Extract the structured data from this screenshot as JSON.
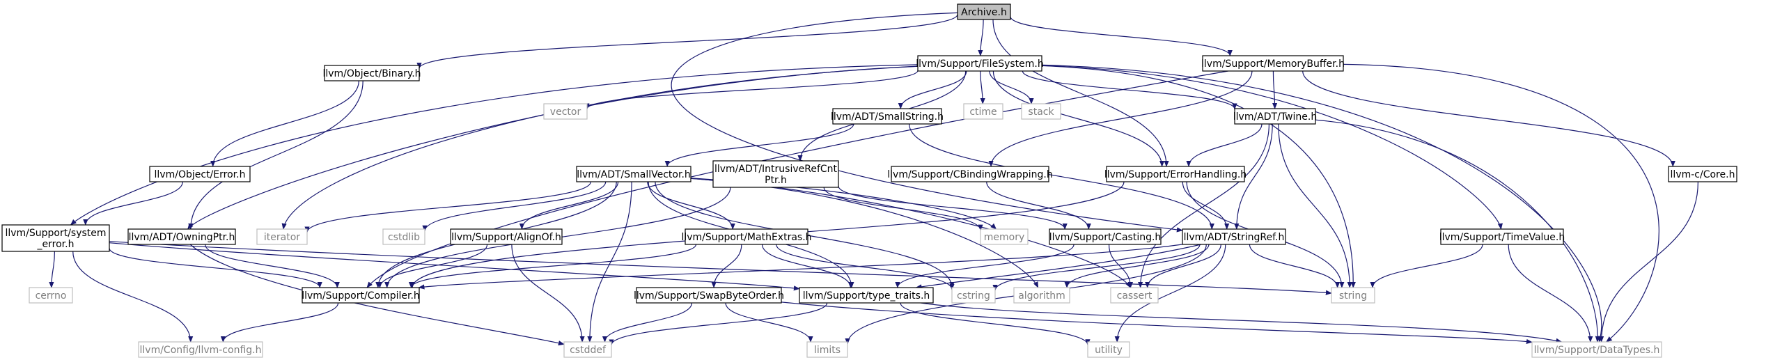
{
  "colors": {
    "edge": "#191970",
    "root_fill": "#bfbfbf",
    "node_border": "#000000",
    "external_border": "#bfbfbf",
    "external_text": "#7f7f7f"
  },
  "nodes": [
    {
      "id": "archive",
      "label": "Archive.h",
      "kind": "root"
    },
    {
      "id": "binary",
      "label": "llvm/Object/Binary.h",
      "kind": "file"
    },
    {
      "id": "filesystem",
      "label": "llvm/Support/FileSystem.h",
      "kind": "file"
    },
    {
      "id": "memorybuffer",
      "label": "llvm/Support/MemoryBuffer.h",
      "kind": "file"
    },
    {
      "id": "vector",
      "label": "vector",
      "kind": "external"
    },
    {
      "id": "smallstring",
      "label": "llvm/ADT/SmallString.h",
      "kind": "file"
    },
    {
      "id": "ctime",
      "label": "ctime",
      "kind": "external"
    },
    {
      "id": "stack",
      "label": "stack",
      "kind": "external"
    },
    {
      "id": "twine",
      "label": "llvm/ADT/Twine.h",
      "kind": "file"
    },
    {
      "id": "objerror",
      "label": "llvm/Object/Error.h",
      "kind": "file"
    },
    {
      "id": "smallvector",
      "label": "llvm/ADT/SmallVector.h",
      "kind": "file"
    },
    {
      "id": "intrusive",
      "label": "llvm/ADT/IntrusiveRefCnt\nPtr.h",
      "kind": "file"
    },
    {
      "id": "cbinding",
      "label": "llvm/Support/CBindingWrapping.h",
      "kind": "file"
    },
    {
      "id": "errorhandling",
      "label": "llvm/Support/ErrorHandling.h",
      "kind": "file"
    },
    {
      "id": "core",
      "label": "llvm-c/Core.h",
      "kind": "file"
    },
    {
      "id": "syserror",
      "label": "llvm/Support/system\n_error.h",
      "kind": "file"
    },
    {
      "id": "owningptr",
      "label": "llvm/ADT/OwningPtr.h",
      "kind": "file"
    },
    {
      "id": "iterator",
      "label": "iterator",
      "kind": "external"
    },
    {
      "id": "cstdlib",
      "label": "cstdlib",
      "kind": "external"
    },
    {
      "id": "alignof",
      "label": "llvm/Support/AlignOf.h",
      "kind": "file"
    },
    {
      "id": "mathextras",
      "label": "llvm/Support/MathExtras.h",
      "kind": "file"
    },
    {
      "id": "memory",
      "label": "memory",
      "kind": "external"
    },
    {
      "id": "casting",
      "label": "llvm/Support/Casting.h",
      "kind": "file"
    },
    {
      "id": "stringref",
      "label": "llvm/ADT/StringRef.h",
      "kind": "file"
    },
    {
      "id": "timevalue",
      "label": "llvm/Support/TimeValue.h",
      "kind": "file"
    },
    {
      "id": "cerrno",
      "label": "cerrno",
      "kind": "external"
    },
    {
      "id": "compiler",
      "label": "llvm/Support/Compiler.h",
      "kind": "file"
    },
    {
      "id": "typetraits",
      "label": "llvm/Support/type_traits.h",
      "kind": "file"
    },
    {
      "id": "cstring",
      "label": "cstring",
      "kind": "external"
    },
    {
      "id": "algorithm",
      "label": "algorithm",
      "kind": "external"
    },
    {
      "id": "cassert",
      "label": "cassert",
      "kind": "external"
    },
    {
      "id": "string",
      "label": "string",
      "kind": "external"
    },
    {
      "id": "swapbyteorder",
      "label": "llvm/Support/SwapByteOrder.h",
      "kind": "file"
    },
    {
      "id": "llvmconfig",
      "label": "llvm/Config/llvm-config.h",
      "kind": "external"
    },
    {
      "id": "cstddef",
      "label": "cstddef",
      "kind": "external"
    },
    {
      "id": "limits",
      "label": "limits",
      "kind": "external"
    },
    {
      "id": "utility",
      "label": "utility",
      "kind": "external"
    },
    {
      "id": "datatypes",
      "label": "llvm/Support/DataTypes.h",
      "kind": "external"
    }
  ],
  "edges": [
    [
      "archive",
      "binary"
    ],
    [
      "archive",
      "filesystem"
    ],
    [
      "archive",
      "memorybuffer"
    ],
    [
      "archive",
      "errorhandling"
    ],
    [
      "archive",
      "stringref"
    ],
    [
      "binary",
      "objerror"
    ],
    [
      "binary",
      "owningptr"
    ],
    [
      "objerror",
      "syserror"
    ],
    [
      "filesystem",
      "vector"
    ],
    [
      "filesystem",
      "smallstring"
    ],
    [
      "filesystem",
      "ctime"
    ],
    [
      "filesystem",
      "stack"
    ],
    [
      "filesystem",
      "twine"
    ],
    [
      "filesystem",
      "intrusive"
    ],
    [
      "filesystem",
      "errorhandling"
    ],
    [
      "filesystem",
      "syserror"
    ],
    [
      "filesystem",
      "owningptr"
    ],
    [
      "filesystem",
      "iterator"
    ],
    [
      "filesystem",
      "timevalue"
    ],
    [
      "filesystem",
      "string"
    ],
    [
      "filesystem",
      "datatypes"
    ],
    [
      "memorybuffer",
      "twine"
    ],
    [
      "memorybuffer",
      "cbinding"
    ],
    [
      "memorybuffer",
      "core"
    ],
    [
      "memorybuffer",
      "compiler"
    ],
    [
      "memorybuffer",
      "datatypes"
    ],
    [
      "smallstring",
      "smallvector"
    ],
    [
      "smallstring",
      "stringref"
    ],
    [
      "twine",
      "errorhandling"
    ],
    [
      "twine",
      "stringref"
    ],
    [
      "twine",
      "cassert"
    ],
    [
      "twine",
      "string"
    ],
    [
      "twine",
      "datatypes"
    ],
    [
      "smallvector",
      "iterator"
    ],
    [
      "smallvector",
      "cstdlib"
    ],
    [
      "smallvector",
      "alignof"
    ],
    [
      "smallvector",
      "mathextras"
    ],
    [
      "smallvector",
      "memory"
    ],
    [
      "smallvector",
      "compiler"
    ],
    [
      "smallvector",
      "typetraits"
    ],
    [
      "smallvector",
      "cstring"
    ],
    [
      "smallvector",
      "algorithm"
    ],
    [
      "smallvector",
      "cassert"
    ],
    [
      "smallvector",
      "cstddef"
    ],
    [
      "intrusive",
      "memory"
    ],
    [
      "intrusive",
      "casting"
    ],
    [
      "intrusive",
      "compiler"
    ],
    [
      "cbinding",
      "casting"
    ],
    [
      "errorhandling",
      "stringref"
    ],
    [
      "errorhandling",
      "compiler"
    ],
    [
      "errorhandling",
      "string"
    ],
    [
      "core",
      "datatypes"
    ],
    [
      "syserror",
      "cerrno"
    ],
    [
      "syserror",
      "compiler"
    ],
    [
      "syserror",
      "llvmconfig"
    ],
    [
      "syserror",
      "string"
    ],
    [
      "syserror",
      "typetraits"
    ],
    [
      "owningptr",
      "compiler"
    ],
    [
      "owningptr",
      "cstddef"
    ],
    [
      "alignof",
      "compiler"
    ],
    [
      "alignof",
      "cstddef"
    ],
    [
      "mathextras",
      "swapbyteorder"
    ],
    [
      "mathextras",
      "typetraits"
    ],
    [
      "mathextras",
      "cstring"
    ],
    [
      "mathextras",
      "compiler"
    ],
    [
      "casting",
      "typetraits"
    ],
    [
      "casting",
      "cassert"
    ],
    [
      "stringref",
      "typetraits"
    ],
    [
      "stringref",
      "cstring"
    ],
    [
      "stringref",
      "algorithm"
    ],
    [
      "stringref",
      "cassert"
    ],
    [
      "stringref",
      "string"
    ],
    [
      "stringref",
      "limits"
    ],
    [
      "stringref",
      "utility"
    ],
    [
      "stringref",
      "compiler"
    ],
    [
      "timevalue",
      "string"
    ],
    [
      "timevalue",
      "datatypes"
    ],
    [
      "compiler",
      "llvmconfig"
    ],
    [
      "typetraits",
      "cstddef"
    ],
    [
      "typetraits",
      "utility"
    ],
    [
      "typetraits",
      "datatypes"
    ],
    [
      "swapbyteorder",
      "cstddef"
    ],
    [
      "swapbyteorder",
      "limits"
    ],
    [
      "swapbyteorder",
      "datatypes"
    ]
  ]
}
